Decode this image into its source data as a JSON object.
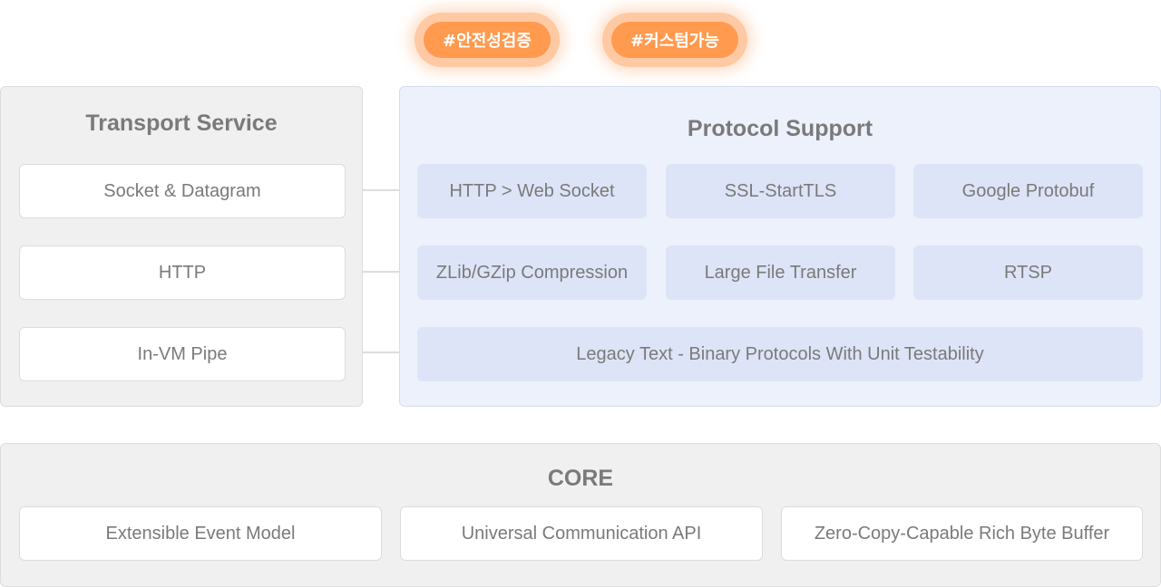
{
  "tags": [
    "#안전성검증",
    "#커스텀가능"
  ],
  "transport": {
    "title": "Transport Service",
    "items": [
      "Socket & Datagram",
      "HTTP",
      "In-VM Pipe"
    ]
  },
  "protocol": {
    "title": "Protocol Support",
    "items": [
      "HTTP > Web Socket",
      "SSL-StartTLS",
      "Google Protobuf",
      "ZLib/GZip Compression",
      "Large File Transfer",
      "RTSP",
      "Legacy Text - Binary Protocols With Unit Testability"
    ]
  },
  "core": {
    "title": "CORE",
    "items": [
      "Extensible Event Model",
      "Universal Communication API",
      "Zero-Copy-Capable Rich Byte Buffer"
    ]
  },
  "colors": {
    "tag_fill": "#ff9a4f",
    "tag_glow": "#ffc9a3",
    "panel_gray": "#f0f0f0",
    "panel_blue": "#edf1fc",
    "box_blue": "#dde4f7",
    "text": "#7a7a7a"
  }
}
